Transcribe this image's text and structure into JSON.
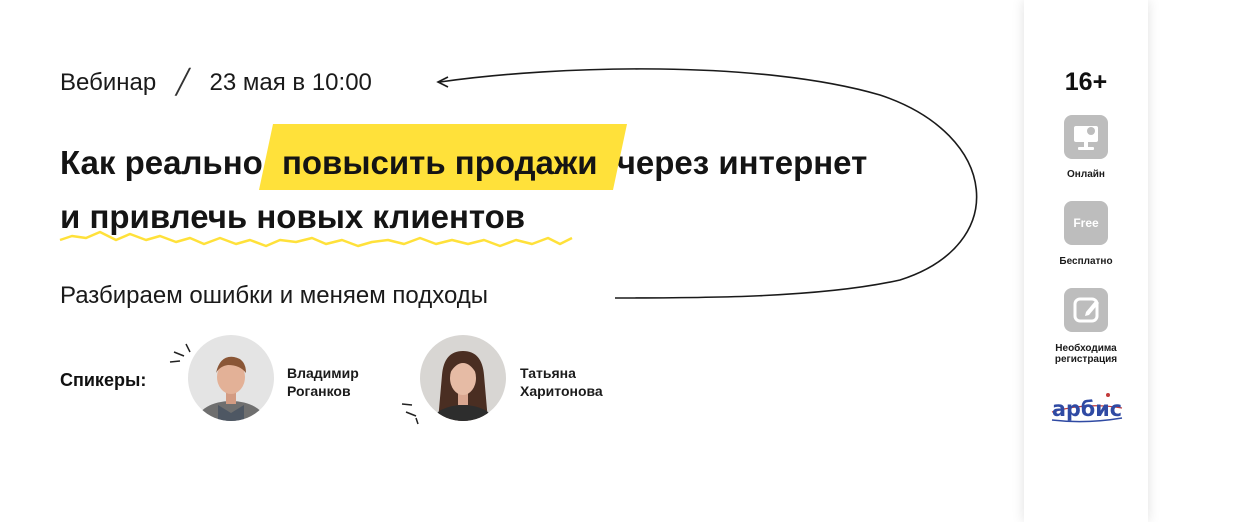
{
  "event": {
    "type": "Вебинар",
    "datetime": "23 мая в 10:00"
  },
  "headline": {
    "before": "Как реально",
    "highlight": "повысить продажи",
    "after": "через интернет",
    "line2": "и привлечь новых клиентов"
  },
  "subtitle": "Разбираем ошибки и меняем подходы",
  "speakers": {
    "label": "Спикеры:",
    "list": [
      {
        "first": "Владимир",
        "last": "Роганков"
      },
      {
        "first": "Татьяна",
        "last": "Харитонова"
      }
    ]
  },
  "panel": {
    "age": "16+",
    "items": [
      {
        "label": "Онлайн",
        "icon": "monitor-icon"
      },
      {
        "label": "Бесплатно",
        "icon": "free-icon",
        "icon_text": "Free"
      },
      {
        "label_line1": "Необходима",
        "label_line2": "регистрация",
        "icon": "edit-icon"
      }
    ],
    "logo_text": "арбис"
  },
  "colors": {
    "accent": "#ffe13a",
    "icon_bg": "#bdbdbd",
    "text": "#141414"
  }
}
